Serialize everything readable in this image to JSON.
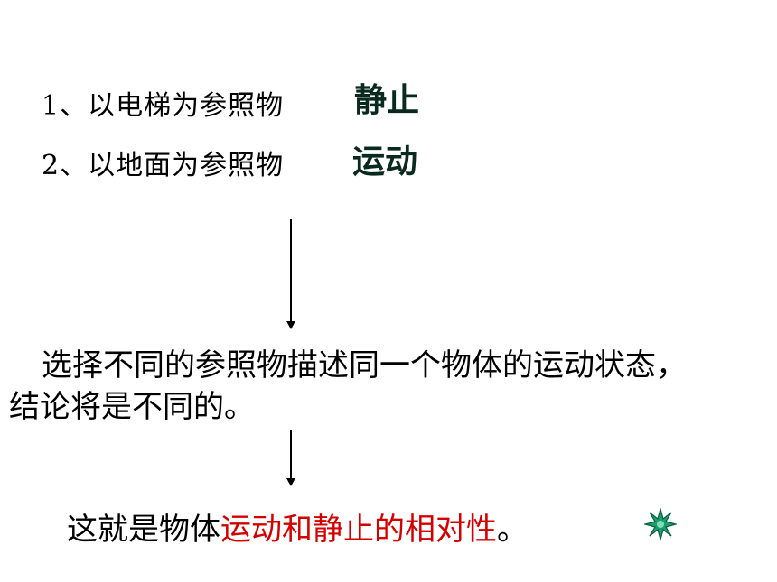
{
  "items": [
    {
      "label": "1、以电梯为参照物",
      "answer": "静止"
    },
    {
      "label": "2、以地面为参照物",
      "answer": "运动"
    }
  ],
  "statement": {
    "line1": "选择不同的参照物描述同一个物体的运动状态，",
    "line2": "结论将是不同的。"
  },
  "conclusion": {
    "prefix": "这就是物体",
    "highlight": "运动和静止的相对性",
    "suffix": "。"
  },
  "decoration": {
    "icon": "star-burst-icon",
    "colors": {
      "fill": "#1a9e6e",
      "edge": "#0b5e3e",
      "highlight": "#d40000"
    }
  }
}
